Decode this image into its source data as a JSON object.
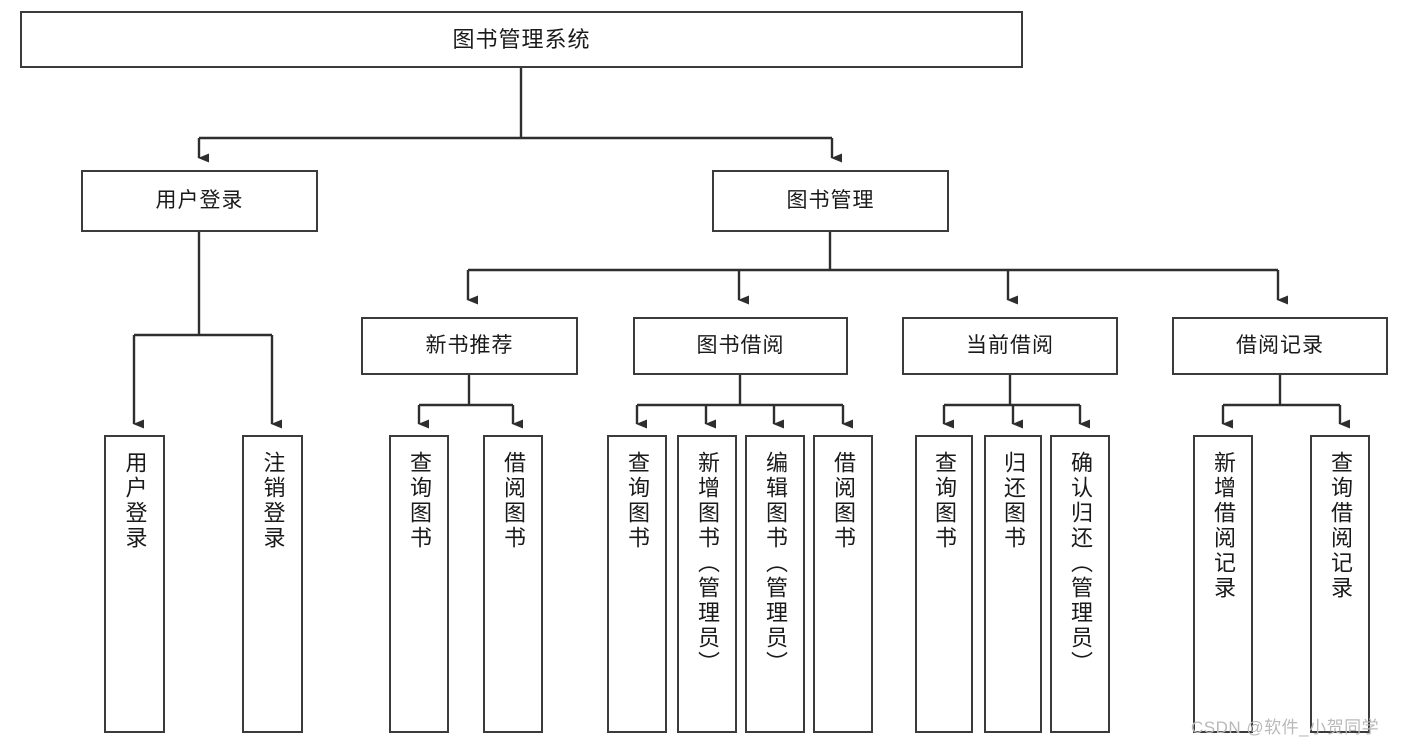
{
  "diagram": {
    "title": "图书管理系统",
    "type": "tree",
    "accent_color": "#3b3b3b",
    "background_color": "#ffffff",
    "watermark": "CSDN @软件_小贺同学",
    "nodes": {
      "root": "图书管理系统",
      "level2": [
        "用户登录",
        "图书管理"
      ],
      "level3": [
        "新书推荐",
        "图书借阅",
        "当前借阅",
        "借阅记录"
      ],
      "leaves_user_login": [
        "用户登录",
        "注销登录"
      ],
      "leaves_new_book": [
        "查询图书",
        "借阅图书"
      ],
      "leaves_borrow": [
        "查询图书",
        "新增图书（管理员）",
        "编辑图书（管理员）",
        "借阅图书"
      ],
      "leaves_current": [
        "查询图书",
        "归还图书",
        "确认归还（管理员）"
      ],
      "leaves_record": [
        "新增借阅记录",
        "查询借阅记录"
      ]
    }
  }
}
